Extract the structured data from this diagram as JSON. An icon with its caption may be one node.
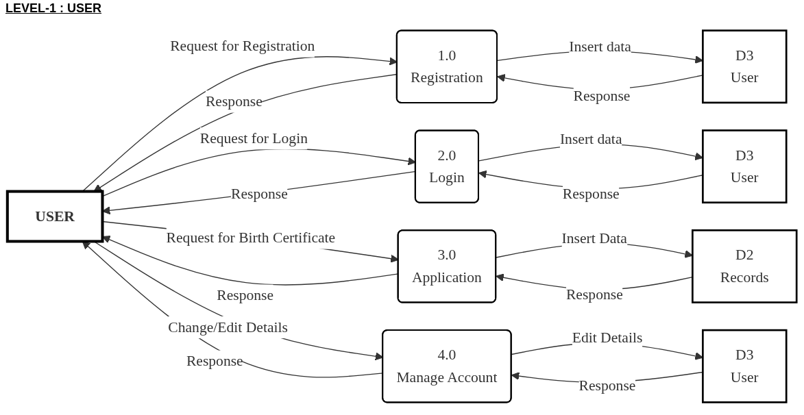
{
  "diagram": {
    "title": "LEVEL-1 : USER",
    "nodes": [
      {
        "text": [
          "USER"
        ]
      },
      {
        "text": [
          "1.0",
          "Registration"
        ]
      },
      {
        "text": [
          "D3",
          "User"
        ]
      },
      {
        "text": [
          "2.0",
          "Login"
        ]
      },
      {
        "text": [
          "D3",
          "User"
        ]
      },
      {
        "text": [
          "3.0",
          "Application"
        ]
      },
      {
        "text": [
          "D2",
          "Records"
        ]
      },
      {
        "text": [
          "4.0",
          "Manage Account"
        ]
      },
      {
        "text": [
          "D3",
          "User"
        ]
      }
    ],
    "edges": [
      {
        "from": 0,
        "to": 1,
        "arrow": "to",
        "label": "Request for Registration"
      },
      {
        "from": 1,
        "to": 0,
        "arrow": "to",
        "label": "Response"
      },
      {
        "from": 1,
        "to": 2,
        "arrow": "to",
        "label": "Insert data"
      },
      {
        "from": 2,
        "to": 1,
        "arrow": "to",
        "label": "Response"
      },
      {
        "from": 0,
        "to": 3,
        "arrow": "to",
        "label": "Request for Login"
      },
      {
        "from": 3,
        "to": 0,
        "arrow": "to",
        "label": "Response"
      },
      {
        "from": 3,
        "to": 4,
        "arrow": "to",
        "label": "Insert data"
      },
      {
        "from": 4,
        "to": 3,
        "arrow": "to",
        "label": "Response"
      },
      {
        "from": 0,
        "to": 5,
        "arrow": "to",
        "label": "Request for Birth Certificate"
      },
      {
        "from": 5,
        "to": 0,
        "arrow": "to",
        "label": "Response"
      },
      {
        "from": 5,
        "to": 6,
        "arrow": "to",
        "label": "Insert Data"
      },
      {
        "from": 6,
        "to": 5,
        "arrow": "to",
        "label": "Response"
      },
      {
        "from": 0,
        "to": 7,
        "arrow": "to",
        "label": "Change/Edit Details"
      },
      {
        "from": 7,
        "to": 0,
        "arrow": "to",
        "label": "Response"
      },
      {
        "from": 7,
        "to": 8,
        "arrow": "to",
        "label": "Edit Details"
      },
      {
        "from": 8,
        "to": 7,
        "arrow": "to",
        "label": "Response"
      }
    ]
  }
}
